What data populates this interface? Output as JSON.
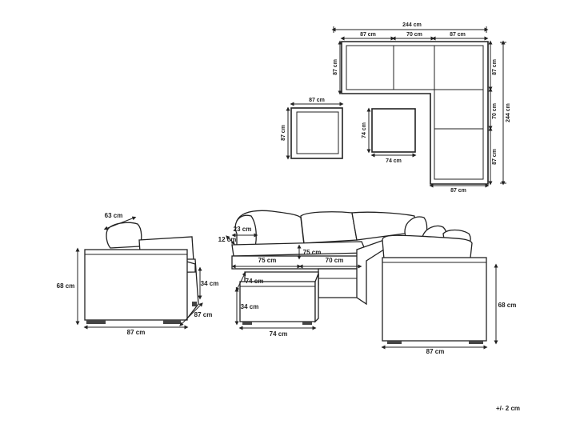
{
  "plan_top": {
    "overall_width": "244 cm",
    "overall_depth": "244 cm",
    "seg_87_a": "87 cm",
    "seg_70": "70 cm",
    "seg_87_b": "87 cm",
    "side_87_left": "87 cm",
    "side_87_right_top": "87 cm",
    "side_70_right": "70 cm",
    "side_87_right_bottom": "87 cm",
    "bottom_87": "87 cm"
  },
  "plan_chair": {
    "width": "87 cm",
    "depth": "87 cm"
  },
  "plan_table": {
    "width": "74 cm",
    "depth": "74 cm"
  },
  "armchair": {
    "cushion": "63 cm",
    "height": "68 cm",
    "seat_height": "34 cm",
    "width": "87 cm",
    "depth": "87 cm"
  },
  "sofa": {
    "back_offset": "23 cm",
    "arm_offset": "12 cm",
    "seat_depth": "75 cm",
    "seat_width_a": "75 cm",
    "seat_width_b": "70 cm",
    "height": "68 cm",
    "width": "87 cm"
  },
  "coffee_table": {
    "top_depth": "74 cm",
    "height": "34 cm",
    "width": "74 cm"
  },
  "tolerance": "+/- 2 cm",
  "colors": {
    "line": "#222222",
    "background": "#ffffff"
  }
}
